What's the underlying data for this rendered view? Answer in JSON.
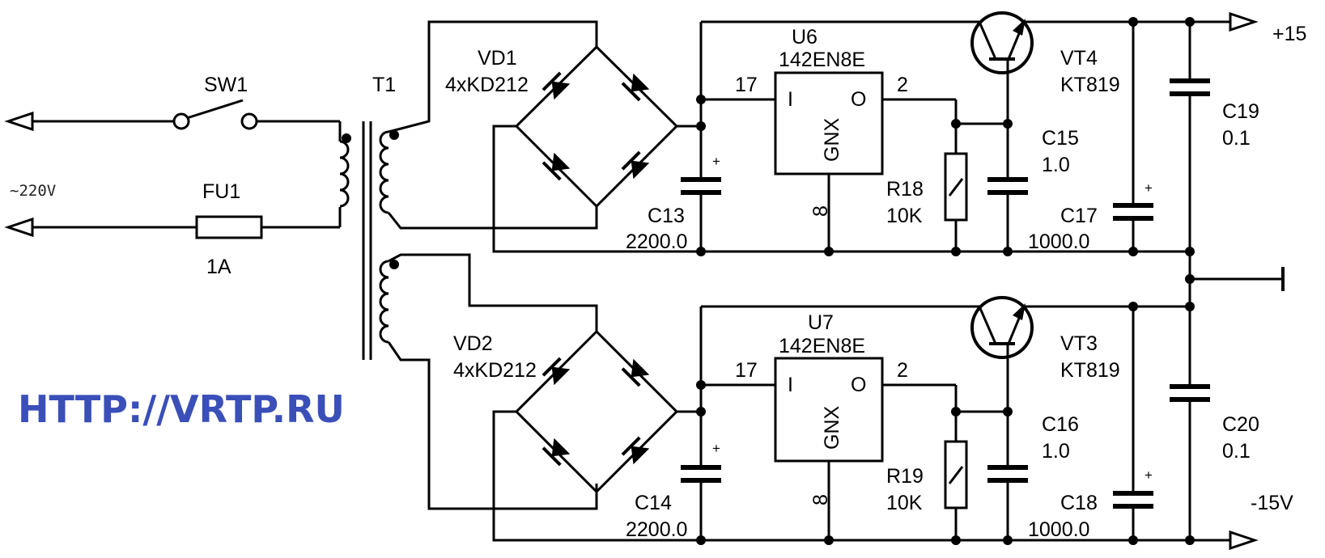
{
  "colors": {
    "line": "#000000",
    "watermark": "#3a4fb8"
  },
  "watermark": "HTTP://VRTP.RU",
  "mains_label": "~220V",
  "switch": {
    "ref": "SW1"
  },
  "fuse": {
    "ref": "FU1",
    "value": "1A"
  },
  "transformer": {
    "ref": "T1"
  },
  "bridge_top": {
    "ref": "VD1",
    "value": "4xKD212"
  },
  "bridge_bottom": {
    "ref": "VD2",
    "value": "4xKD212"
  },
  "reg_top": {
    "ref": "U6",
    "part": "142EN8E",
    "pin_in": "17",
    "pin_out": "2",
    "pin_gnd": "8",
    "label_i": "I",
    "label_o": "O",
    "label_gnd": "GNX"
  },
  "reg_bottom": {
    "ref": "U7",
    "part": "142EN8E",
    "pin_in": "17",
    "pin_out": "2",
    "pin_gnd": "8",
    "label_i": "I",
    "label_o": "O",
    "label_gnd": "GNX"
  },
  "c13": {
    "ref": "C13",
    "value": "2200.0"
  },
  "c14": {
    "ref": "C14",
    "value": "2200.0"
  },
  "r18": {
    "ref": "R18",
    "value": "10K"
  },
  "r19": {
    "ref": "R19",
    "value": "10K"
  },
  "c15": {
    "ref": "C15",
    "value": "1.0"
  },
  "c16": {
    "ref": "C16",
    "value": "1.0"
  },
  "vt4": {
    "ref": "VT4",
    "value": "KT819"
  },
  "vt3": {
    "ref": "VT3",
    "value": "KT819"
  },
  "c17": {
    "ref": "C17",
    "value": "1000.0"
  },
  "c18": {
    "ref": "C18",
    "value": "1000.0"
  },
  "c19": {
    "ref": "C19",
    "value": "0.1"
  },
  "c20": {
    "ref": "C20",
    "value": "0.1"
  },
  "polarity_mark": "+",
  "out_pos": "+15",
  "out_neg": "-15V"
}
